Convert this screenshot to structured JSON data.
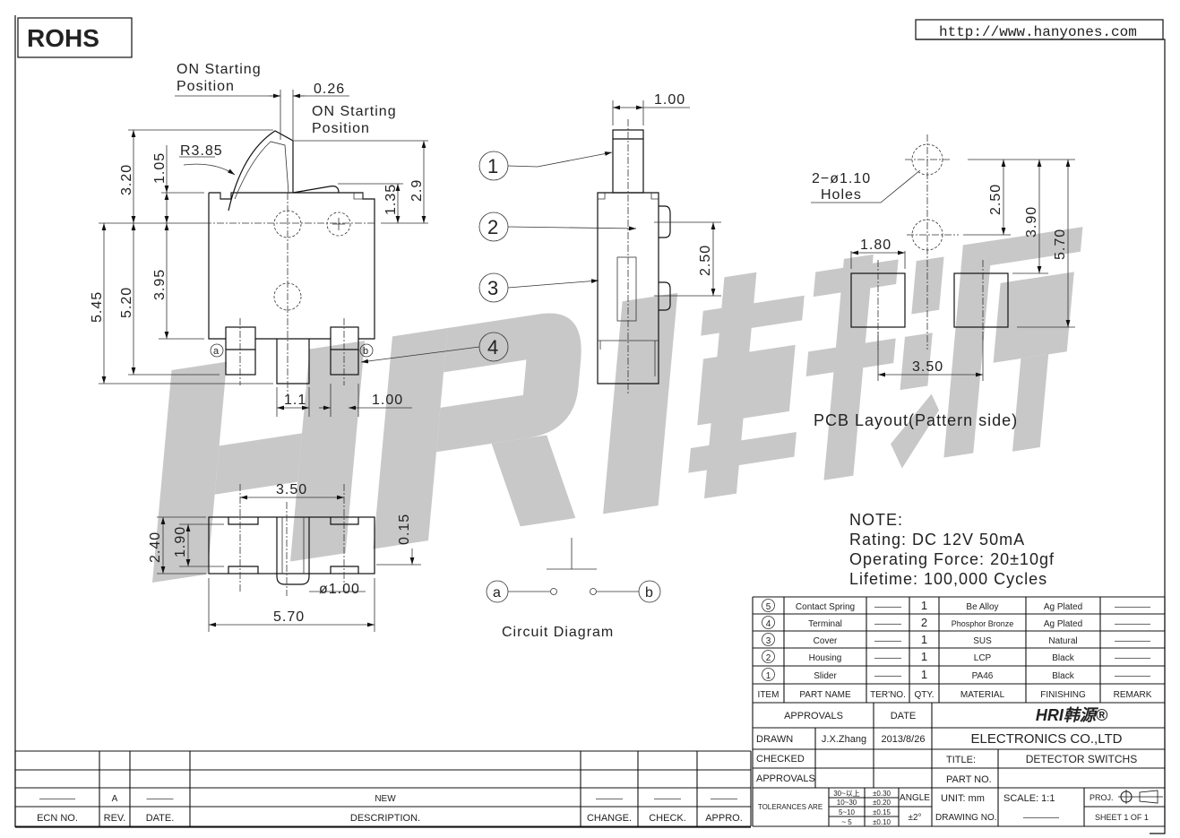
{
  "header": {
    "rohs": "ROHS",
    "url": "http://www.hanyones.com"
  },
  "watermark": {
    "latin": "HRI",
    "cjk": "韩源"
  },
  "side_view": {
    "on_start_left": [
      "ON Starting",
      "Position"
    ],
    "on_start_right": [
      "ON Starting",
      "Position"
    ],
    "dim_026": "0.26",
    "radius": "R3.85",
    "dim_320": "3.20",
    "dim_105": "1.05",
    "dim_29": "2.9",
    "dim_135": "1.35",
    "dim_545": "5.45",
    "dim_520": "5.20",
    "dim_395": "3.95",
    "dim_11": "1.1",
    "dim_100": "1.00",
    "terminal_a": "a",
    "terminal_b": "b"
  },
  "front_view": {
    "dim_100": "1.00",
    "dim_250": "2.50",
    "callouts": [
      "1",
      "2",
      "3",
      "4"
    ]
  },
  "pcb": {
    "holes": [
      "2−ø1.10",
      "Holes"
    ],
    "dim_250": "2.50",
    "dim_390": "3.90",
    "dim_570": "5.70",
    "dim_180": "1.80",
    "dim_350": "3.50",
    "caption": "PCB Layout(Pattern side)"
  },
  "bottom_view": {
    "dim_350": "3.50",
    "dim_240": "2.40",
    "dim_190": "1.90",
    "dim_015": "0.15",
    "dim_dia": "ø1.00",
    "dim_570": "5.70"
  },
  "circuit": {
    "a": "a",
    "b": "b",
    "caption": "Circuit Diagram"
  },
  "note": {
    "title": "NOTE:",
    "lines": [
      "Rating: DC 12V   50mA",
      "Operating Force: 20±10gf",
      "Lifetime: 100,000 Cycles"
    ]
  },
  "parts": [
    {
      "item": "5",
      "name": "Contact Spring",
      "ter": "———",
      "qty": "1",
      "material": "Be Alloy",
      "finishing": "Ag Plated",
      "remark": "————"
    },
    {
      "item": "4",
      "name": "Terminal",
      "ter": "———",
      "qty": "2",
      "material": "Phosphor Bronze",
      "finishing": "Ag Plated",
      "remark": "————"
    },
    {
      "item": "3",
      "name": "Cover",
      "ter": "———",
      "qty": "1",
      "material": "SUS",
      "finishing": "Natural",
      "remark": "————"
    },
    {
      "item": "2",
      "name": "Housing",
      "ter": "———",
      "qty": "1",
      "material": "LCP",
      "finishing": "Black",
      "remark": "————"
    },
    {
      "item": "1",
      "name": "Slider",
      "ter": "———",
      "qty": "1",
      "material": "PA46",
      "finishing": "Black",
      "remark": "————"
    }
  ],
  "parts_header": {
    "item": "ITEM",
    "name": "PART NAME",
    "ter": "TER'NO.",
    "qty": "QTY.",
    "material": "MATERIAL",
    "finishing": "FINISHING",
    "remark": "REMARK"
  },
  "title_block": {
    "approvals_h": "APPROVALS",
    "date_h": "DATE",
    "drawn": "DRAWN",
    "drawn_by": "J.X.Zhang",
    "drawn_date": "2013/8/26",
    "checked": "CHECKED",
    "approvals": "APPROVALS",
    "company_logo": "HRI韩源®",
    "company": "ELECTRONICS  CO.,LTD",
    "title_label": "TITLE:",
    "title": "DETECTOR  SWITCHS",
    "part_no_label": "PART  NO.",
    "tolerances_label": "TOLERANCES  ARE",
    "tolerances": [
      [
        "30~以上",
        "±0.30"
      ],
      [
        "10~30",
        "±0.20"
      ],
      [
        "5~10",
        "±0.15"
      ],
      [
        "~ 5",
        "±0.10"
      ]
    ],
    "angle_label": "ANGLE",
    "angle": "±2°",
    "unit": "UNIT:  mm",
    "scale": "SCALE:   1:1",
    "proj": "PROJ.",
    "drawing_no_label": "DRAWING  NO.",
    "drawing_no": "————",
    "sheet": "SHEET   1  OF  1"
  },
  "revision": {
    "row": {
      "ecn": "————",
      "rev": "A",
      "date": "———",
      "desc": "NEW",
      "change": "———",
      "check": "———",
      "appro": "———"
    },
    "header": {
      "ecn": "ECN  NO.",
      "rev": "REV.",
      "date": "DATE.",
      "desc": "DESCRIPTION.",
      "change": "CHANGE.",
      "check": "CHECK.",
      "appro": "APPRO."
    }
  }
}
